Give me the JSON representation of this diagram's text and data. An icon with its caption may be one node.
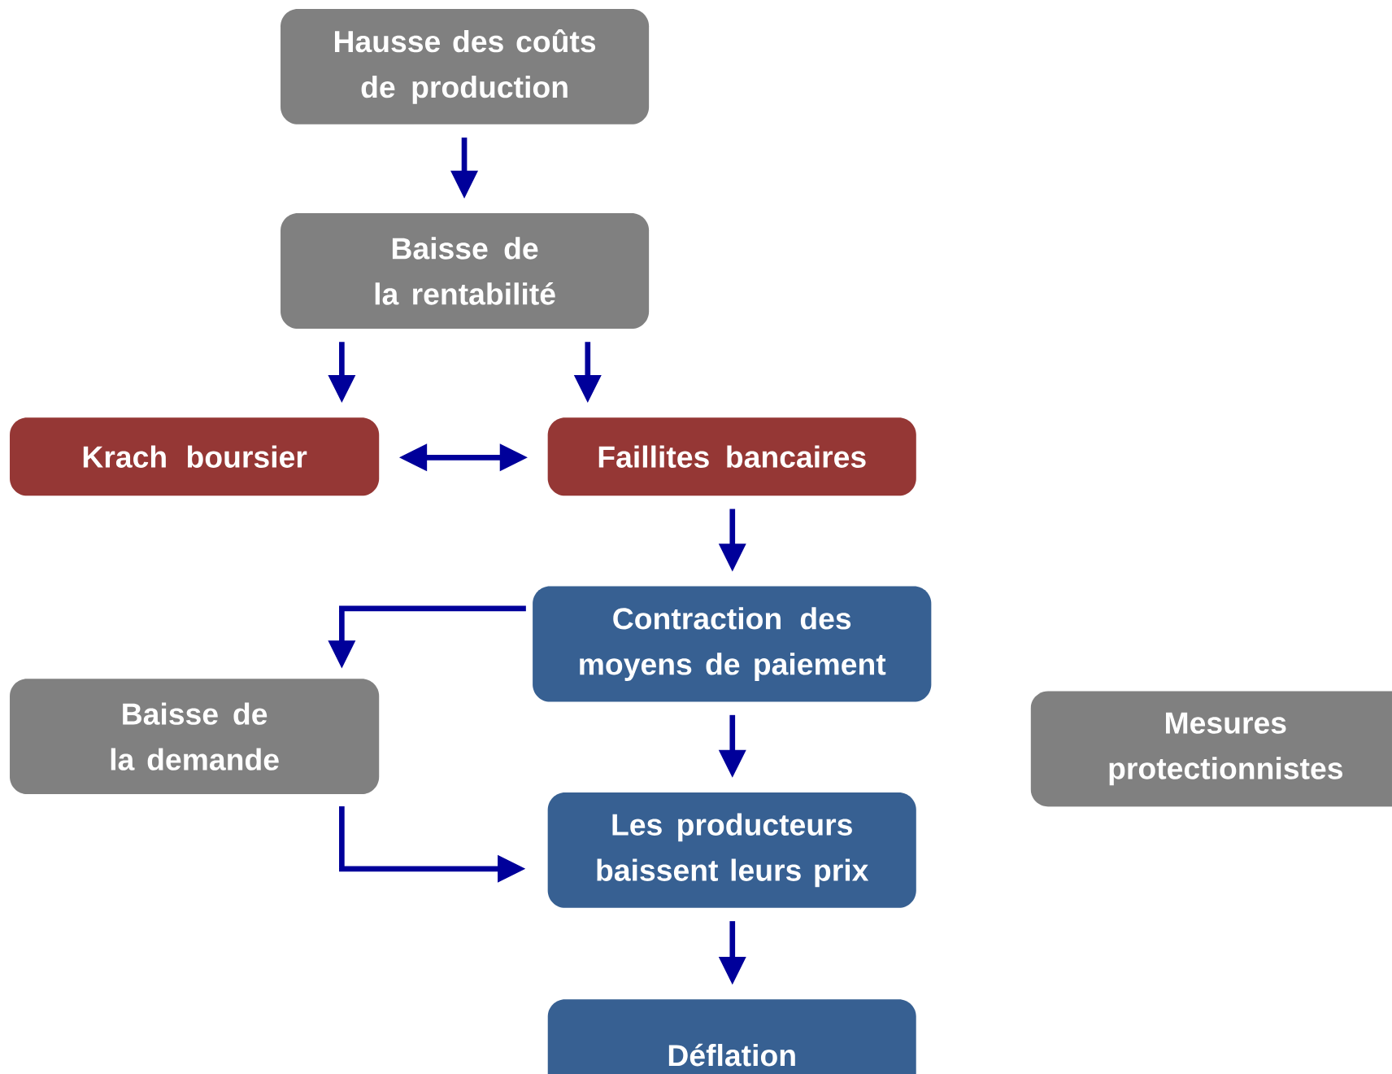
{
  "diagram": {
    "nodes": [
      {
        "text": [
          "Hausse des coûts de production"
        ]
      },
      {
        "text": [
          "Baisse de la rentabilité"
        ]
      },
      {
        "text": [
          "Krach boursier"
        ]
      },
      {
        "text": [
          "Faillites bancaires"
        ]
      },
      {
        "text": [
          "Contraction des moyens de paiement"
        ]
      },
      {
        "text": [
          "Baisse de la demande"
        ]
      },
      {
        "text": [
          "Mesures protectionnistes"
        ]
      },
      {
        "text": [
          "Les producteurs baissent leurs prix"
        ]
      },
      {
        "text": [
          "Déflation"
        ]
      }
    ],
    "edges": [
      {
        "from": 0,
        "to": 1,
        "arrow": "to"
      },
      {
        "from": 1,
        "to": 2,
        "arrow": "to"
      },
      {
        "from": 1,
        "to": 3,
        "arrow": "to"
      },
      {
        "from": 2,
        "to": 3,
        "arrow": "both"
      },
      {
        "from": 3,
        "to": 4,
        "arrow": "to"
      },
      {
        "from": 4,
        "to": 5,
        "arrow": "to"
      },
      {
        "from": 4,
        "to": 7,
        "arrow": "to"
      },
      {
        "from": 5,
        "to": 7,
        "arrow": "to"
      },
      {
        "from": 7,
        "to": 8,
        "arrow": "to"
      }
    ]
  }
}
